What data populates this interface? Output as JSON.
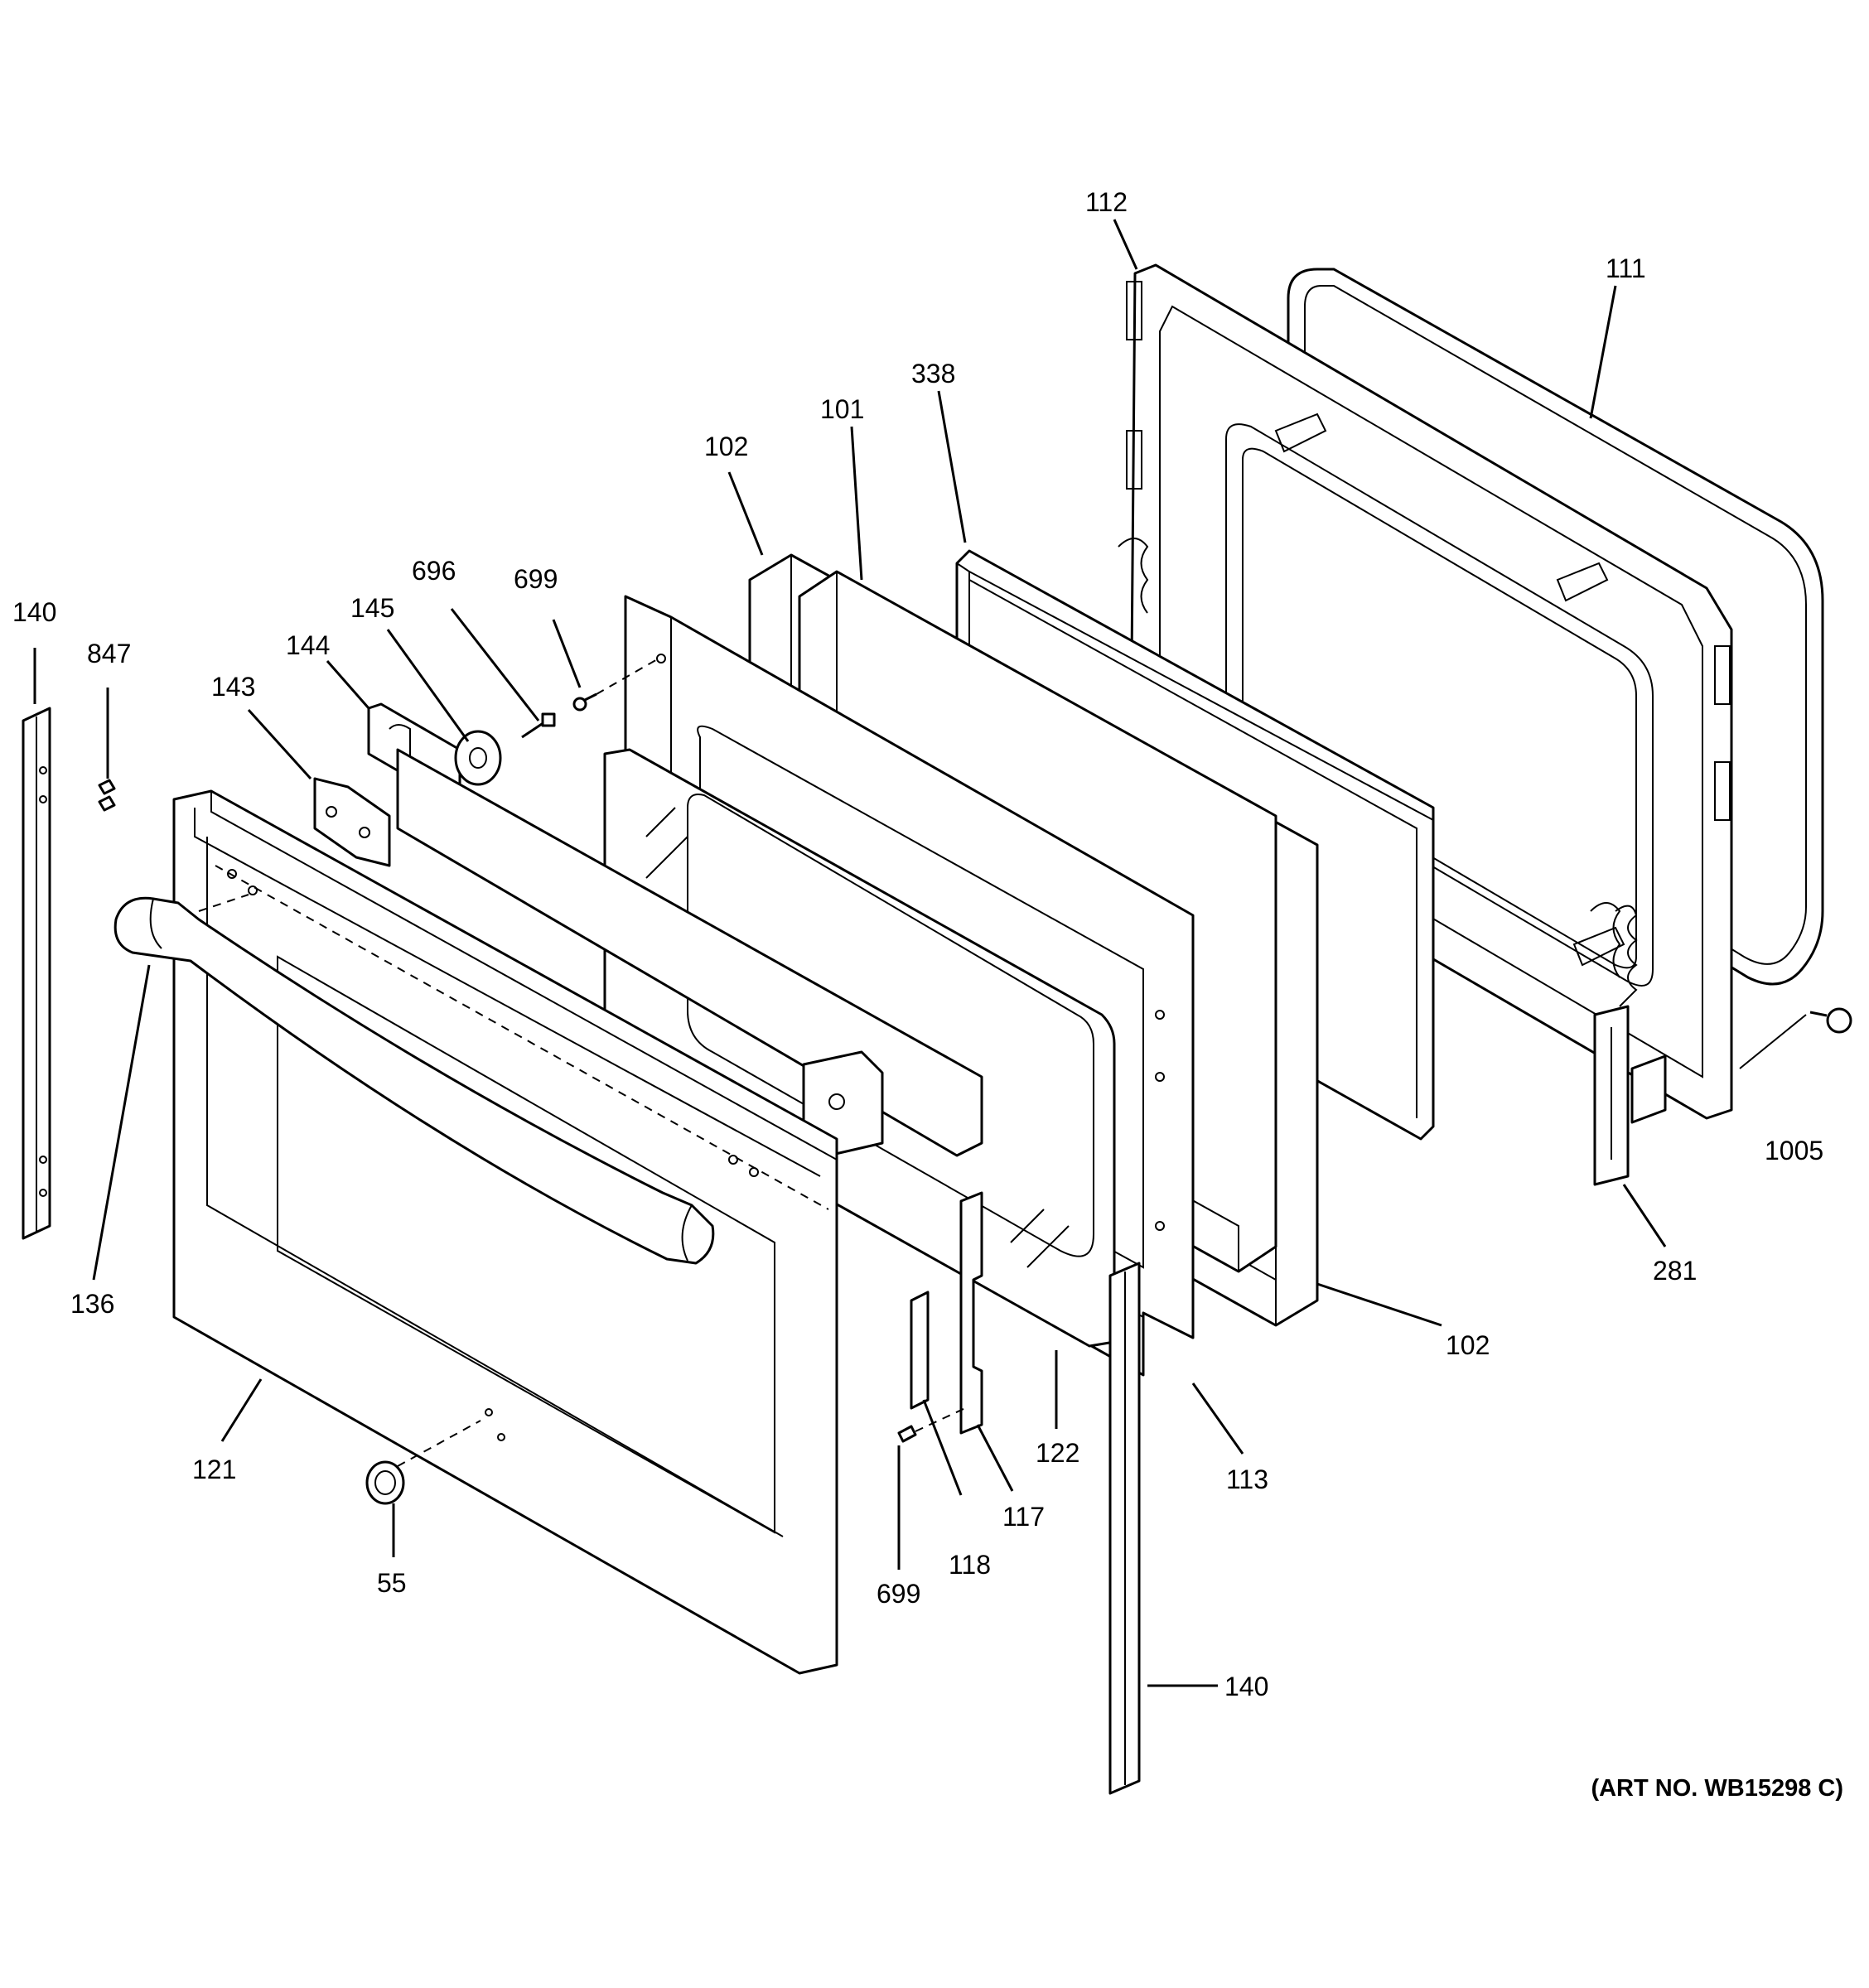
{
  "diagram": {
    "art_number": "(ART NO. WB15298 C)",
    "callouts": [
      {
        "id": "c112",
        "label": "112"
      },
      {
        "id": "c111",
        "label": "111"
      },
      {
        "id": "c338",
        "label": "338"
      },
      {
        "id": "c101",
        "label": "101"
      },
      {
        "id": "c102a",
        "label": "102"
      },
      {
        "id": "c696",
        "label": "696"
      },
      {
        "id": "c699a",
        "label": "699"
      },
      {
        "id": "c145",
        "label": "145"
      },
      {
        "id": "c144",
        "label": "144"
      },
      {
        "id": "c143",
        "label": "143"
      },
      {
        "id": "c140a",
        "label": "140"
      },
      {
        "id": "c847",
        "label": "847"
      },
      {
        "id": "c136",
        "label": "136"
      },
      {
        "id": "c121",
        "label": "121"
      },
      {
        "id": "c55",
        "label": "55"
      },
      {
        "id": "c699b",
        "label": "699"
      },
      {
        "id": "c118",
        "label": "118"
      },
      {
        "id": "c117",
        "label": "117"
      },
      {
        "id": "c122",
        "label": "122"
      },
      {
        "id": "c113",
        "label": "113"
      },
      {
        "id": "c102b",
        "label": "102"
      },
      {
        "id": "c281",
        "label": "281"
      },
      {
        "id": "c1005",
        "label": "1005"
      },
      {
        "id": "c140b",
        "label": "140"
      }
    ]
  }
}
